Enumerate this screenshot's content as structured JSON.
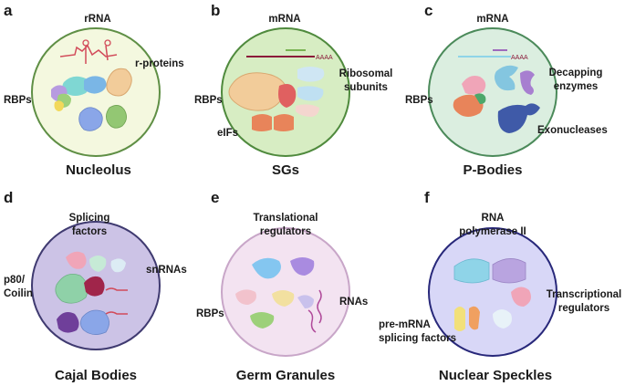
{
  "colors": {
    "nucleolus_fill": "#f4f8df",
    "nucleolus_stroke": "#5f8f45",
    "sgs_fill": "#d7edc3",
    "sgs_stroke": "#4f8a3d",
    "pbodies_fill": "#dbeee0",
    "pbodies_stroke": "#4b8a5a",
    "cajal_fill": "#ccc3e6",
    "cajal_stroke": "#3f3a70",
    "germ_fill": "#f3e3f1",
    "germ_stroke": "#c8a6c8",
    "speckles_fill": "#d8d7f7",
    "speckles_stroke": "#28287a"
  },
  "panels": [
    {
      "letter": "a",
      "title": "Nucleolus",
      "labels": [
        "rRNA",
        "r-proteins",
        "RBPs"
      ]
    },
    {
      "letter": "b",
      "title": "SGs",
      "labels": [
        "mRNA",
        "Ribosomal",
        "subunits",
        "RBPs",
        "eIFs"
      ]
    },
    {
      "letter": "c",
      "title": "P-Bodies",
      "labels": [
        "mRNA",
        "Decapping",
        "enzymes",
        "RBPs",
        "Exonucleases"
      ]
    },
    {
      "letter": "d",
      "title": "Cajal Bodies",
      "labels": [
        "Splicing",
        "factors",
        "p80/",
        "Coilin",
        "snRNAs"
      ]
    },
    {
      "letter": "e",
      "title": "Germ Granules",
      "labels": [
        "Translational",
        "regulators",
        "RBPs",
        "RNAs"
      ]
    },
    {
      "letter": "f",
      "title": "Nuclear Speckles",
      "labels": [
        "RNA",
        "polymerase II",
        "Transcriptional",
        "regulators",
        "pre-mRNA",
        "splicing factors"
      ]
    }
  ]
}
